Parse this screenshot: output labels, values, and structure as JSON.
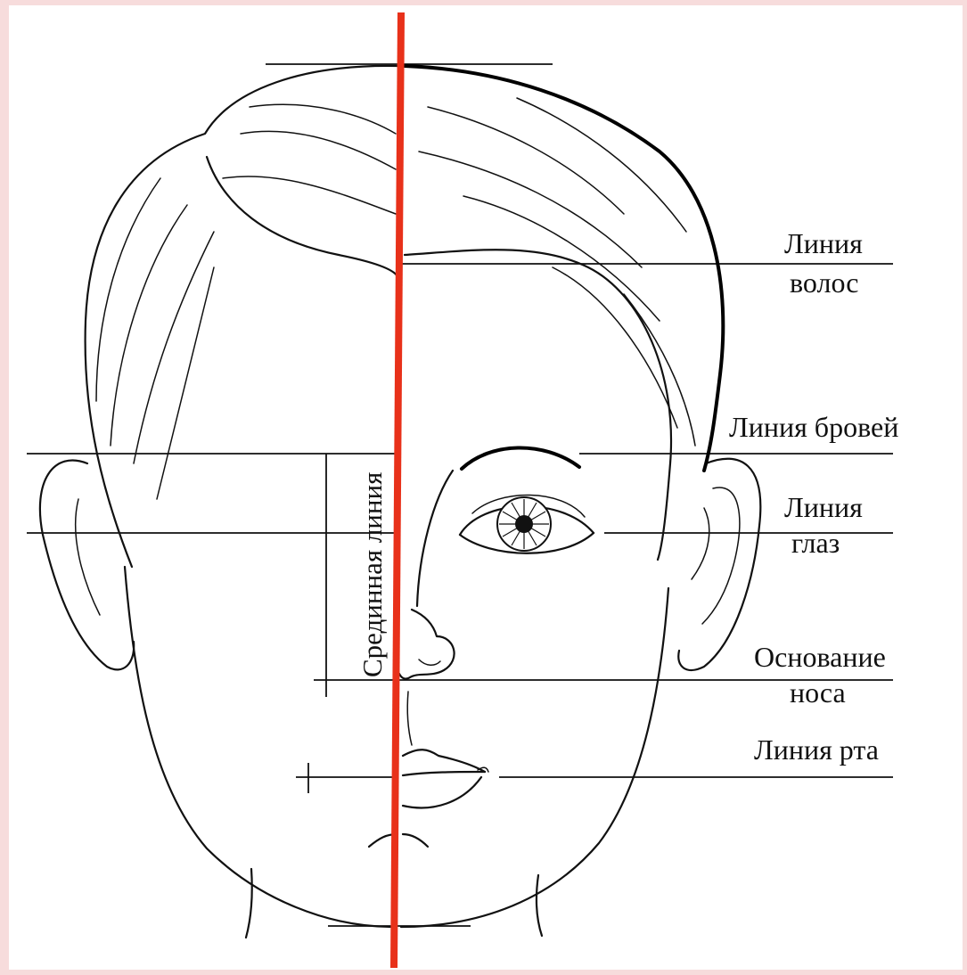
{
  "labels": {
    "hair_line_1": "Линия",
    "hair_line_2": "волос",
    "brow_line": "Линия бровей",
    "eye_line_1": "Линия",
    "eye_line_2": "глаз",
    "nose_base_1": "Основание",
    "nose_base_2": "носа",
    "mouth_line": "Линия рта",
    "midline": "Срединная линия"
  },
  "colors": {
    "midline": "#e8311a",
    "background_border": "#f7dcdc",
    "ink": "#111111"
  }
}
